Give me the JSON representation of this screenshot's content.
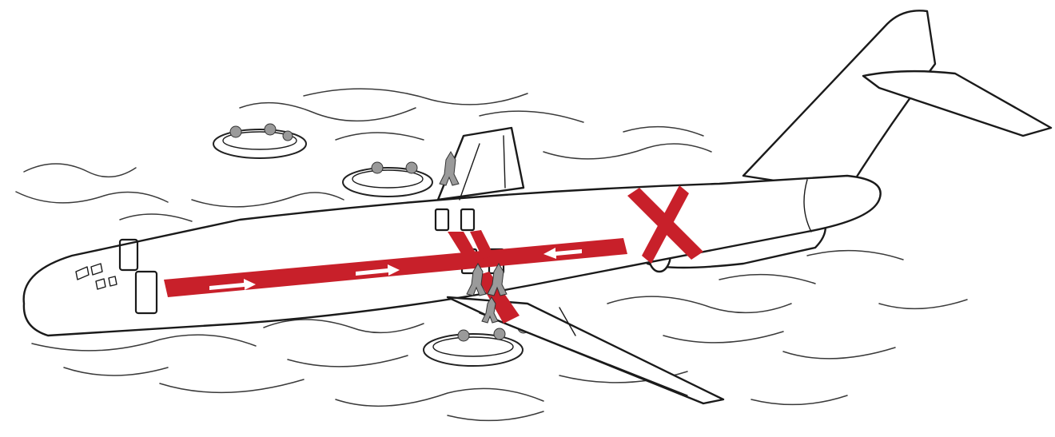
{
  "scene": {
    "colors": {
      "route": "#c8202a",
      "arrow": "#ffffff",
      "ink": "#1a1a1a",
      "background": "#ffffff"
    },
    "icons": {
      "blocked_exit": "x-mark-icon",
      "direction": "arrow-icon"
    },
    "liferafts": 3,
    "route_arrows": [
      {
        "direction": "right"
      },
      {
        "direction": "right"
      },
      {
        "direction": "left"
      }
    ]
  }
}
